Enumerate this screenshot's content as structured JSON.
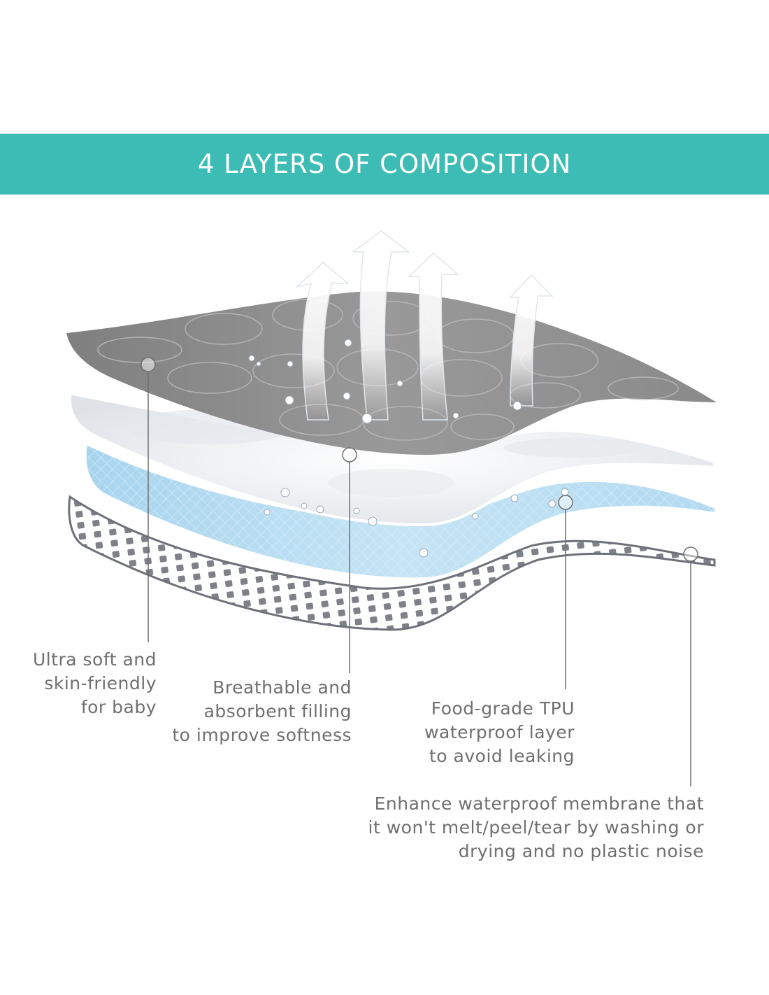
{
  "banner": {
    "title": "4 LAYERS OF COMPOSITION",
    "color": "#3dbcb5"
  },
  "layers": [
    {
      "name": "top-layer",
      "lines": [
        "Ultra soft and",
        "skin-friendly",
        "for baby"
      ]
    },
    {
      "name": "filling-layer",
      "lines": [
        "Breathable and",
        "absorbent filling",
        "to improve softness"
      ]
    },
    {
      "name": "tpu-layer",
      "lines": [
        "Food-grade TPU",
        "waterproof layer",
        "to avoid leaking"
      ]
    },
    {
      "name": "membrane-layer",
      "lines": [
        "Enhance waterproof membrane that",
        "it won't melt/peel/tear by washing or",
        "drying and no plastic noise"
      ]
    }
  ],
  "colors": {
    "top_layer": "#8e8e8e",
    "filling_layer": "#eef0f2",
    "tpu_layer": "#bfe0f3",
    "membrane_layer": "#7c7f86",
    "callout_text": "#6f6f6f"
  }
}
